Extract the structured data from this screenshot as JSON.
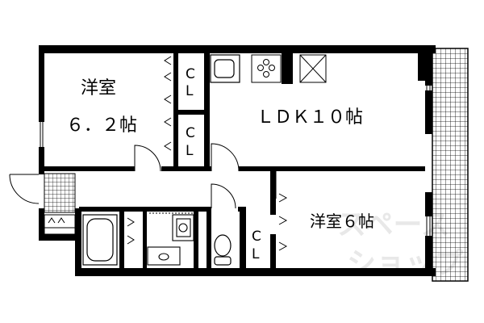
{
  "rooms": {
    "western_room_1_name": "洋室",
    "western_room_1_size": "６．２帖",
    "ldk": "ＬＤＫ１０帖",
    "western_room_2": "洋室６帖"
  },
  "closet": {
    "c": "C",
    "l": "L"
  },
  "watermark": "スペースショップ",
  "colors": {
    "wall": "#000000",
    "tile": "#000000",
    "watermark": "#e6e6e6"
  }
}
